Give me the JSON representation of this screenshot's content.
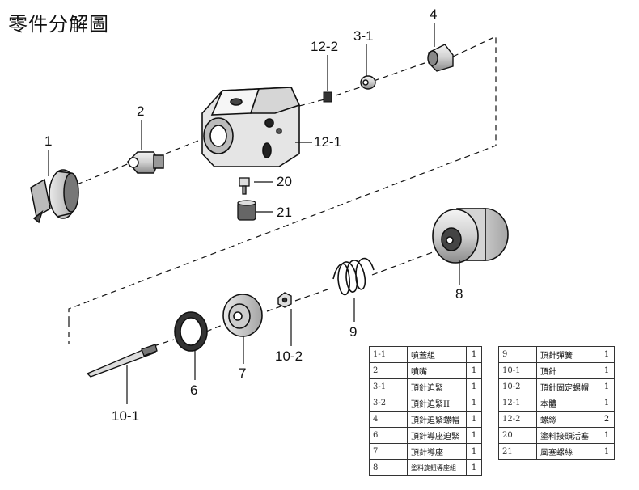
{
  "title": "零件分解圖",
  "callouts": {
    "p1": "1",
    "p2": "2",
    "p3_1": "3-1",
    "p4": "4",
    "p12_2": "12-2",
    "p12_1": "12-1",
    "p20": "20",
    "p21": "21",
    "p8": "8",
    "p9": "9",
    "p10_2": "10-2",
    "p7": "7",
    "p6": "6",
    "p10_1": "10-1"
  },
  "parts_left": [
    {
      "no": "1-1",
      "name": "噴蓋組",
      "qty": "1"
    },
    {
      "no": "2",
      "name": "噴嘴",
      "qty": "1"
    },
    {
      "no": "3-1",
      "name": "頂針迫緊",
      "qty": "1"
    },
    {
      "no": "3-2",
      "name": "頂針迫緊II",
      "qty": "1"
    },
    {
      "no": "4",
      "name": "頂針迫緊螺帽",
      "qty": "1"
    },
    {
      "no": "6",
      "name": "頂針導座迫緊",
      "qty": "1"
    },
    {
      "no": "7",
      "name": "頂針導座",
      "qty": "1"
    },
    {
      "no": "8",
      "name": "塗料旋鈕導座組",
      "qty": "1"
    }
  ],
  "parts_right": [
    {
      "no": "9",
      "name": "頂針彈簧",
      "qty": "1"
    },
    {
      "no": "10-1",
      "name": "頂針",
      "qty": "1"
    },
    {
      "no": "10-2",
      "name": "頂針固定螺帽",
      "qty": "1"
    },
    {
      "no": "12-1",
      "name": "本體",
      "qty": "1"
    },
    {
      "no": "12-2",
      "name": "螺絲",
      "qty": "2"
    },
    {
      "no": "20",
      "name": "塗料接頭活塞",
      "qty": "1"
    },
    {
      "no": "21",
      "name": "風塞螺絲",
      "qty": "1"
    }
  ]
}
